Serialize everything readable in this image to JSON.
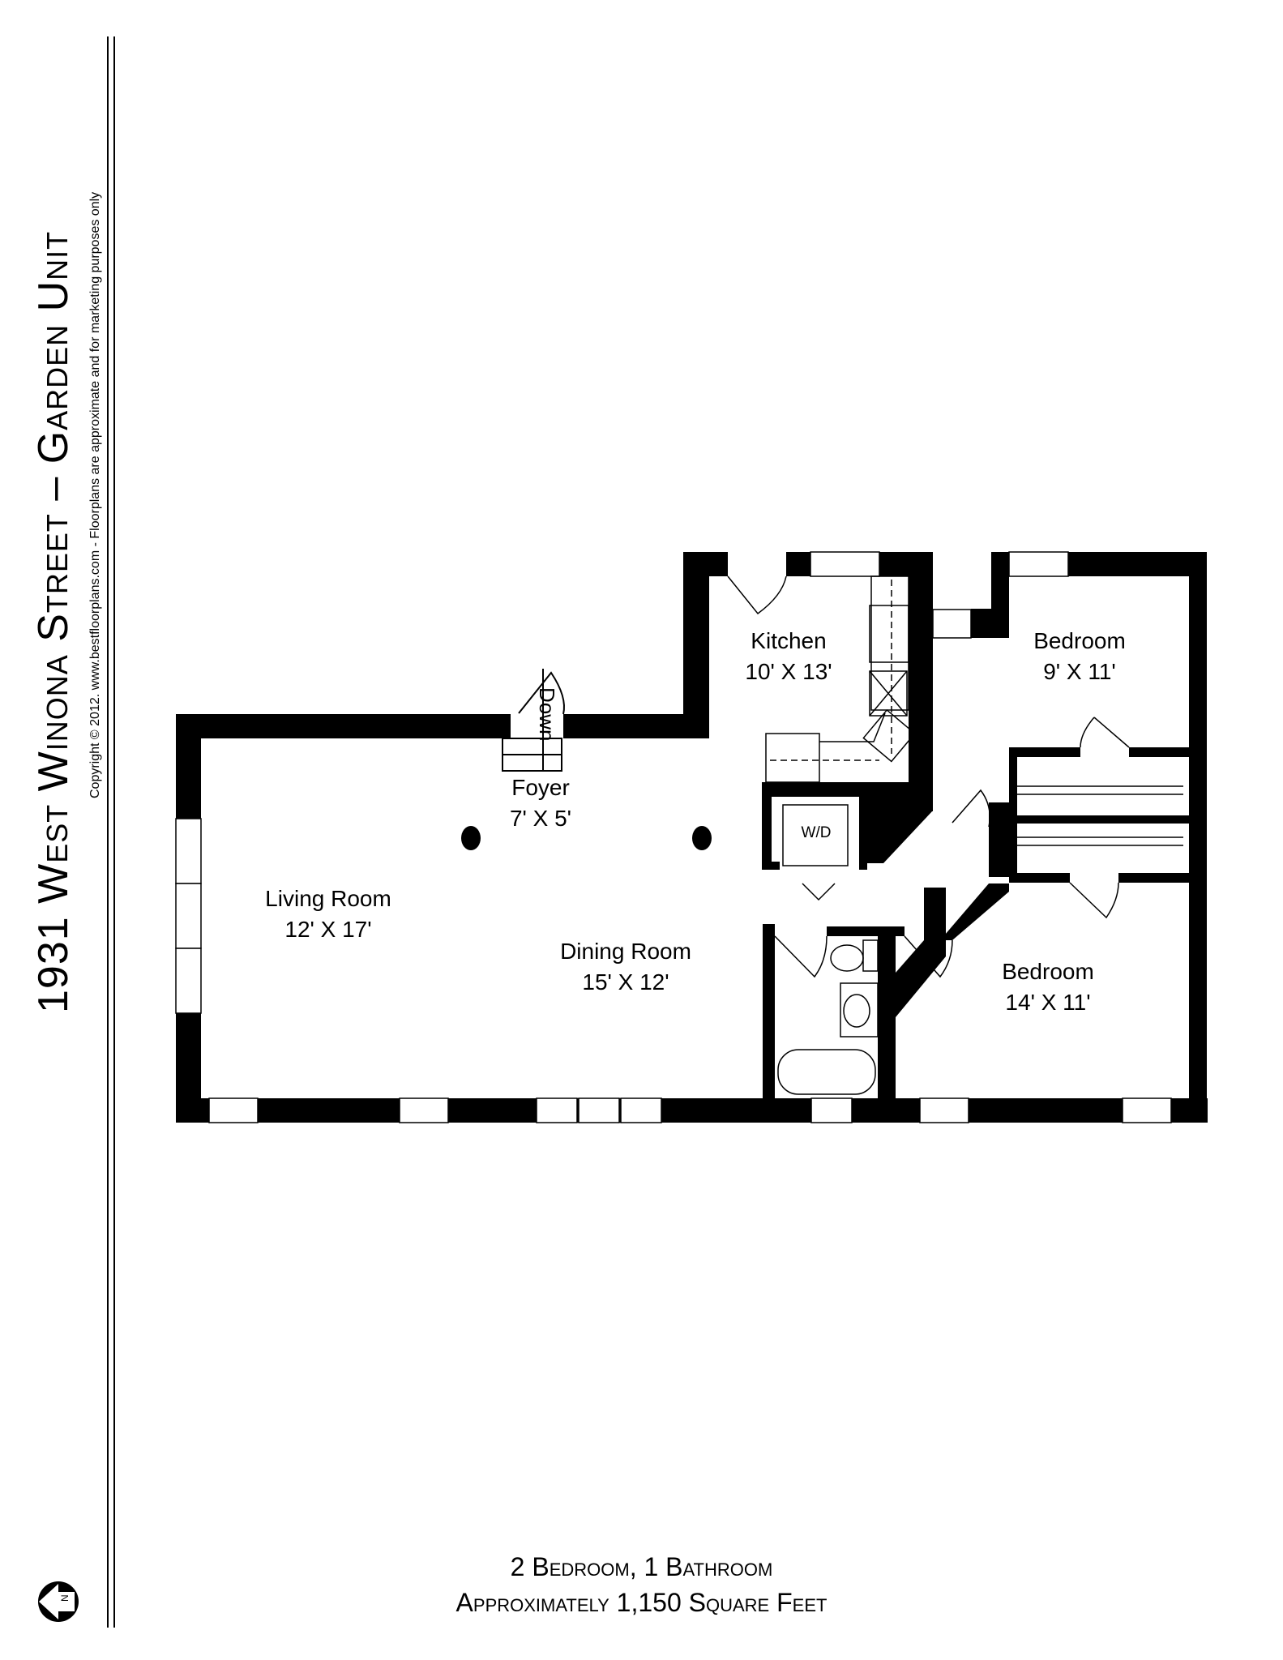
{
  "title": "1931 West Winona Street – Garden Unit",
  "copyright": "Copyright © 2012. www.bestfloorplans.com - Floorplans are approximate and for marketing purposes only",
  "rooms": [
    {
      "name": "Kitchen",
      "size": "10' X 13'"
    },
    {
      "name": "Bedroom",
      "size": "9' X 11'"
    },
    {
      "name": "Foyer",
      "size": "7' X 5'"
    },
    {
      "name": "Living Room",
      "size": "12' X 17'"
    },
    {
      "name": "Dining Room",
      "size": "15' X 12'"
    },
    {
      "name": "Bedroom",
      "size": "14' X 11'"
    }
  ],
  "fixtures": {
    "washer_dryer": "W/D",
    "stairs_label": "Down"
  },
  "footer": {
    "line1": "2 Bedroom, 1 Bathroom",
    "line2": "Approximately 1,150 Square Feet"
  },
  "compass": {
    "icon": "north-arrow-icon",
    "letter": "N"
  }
}
